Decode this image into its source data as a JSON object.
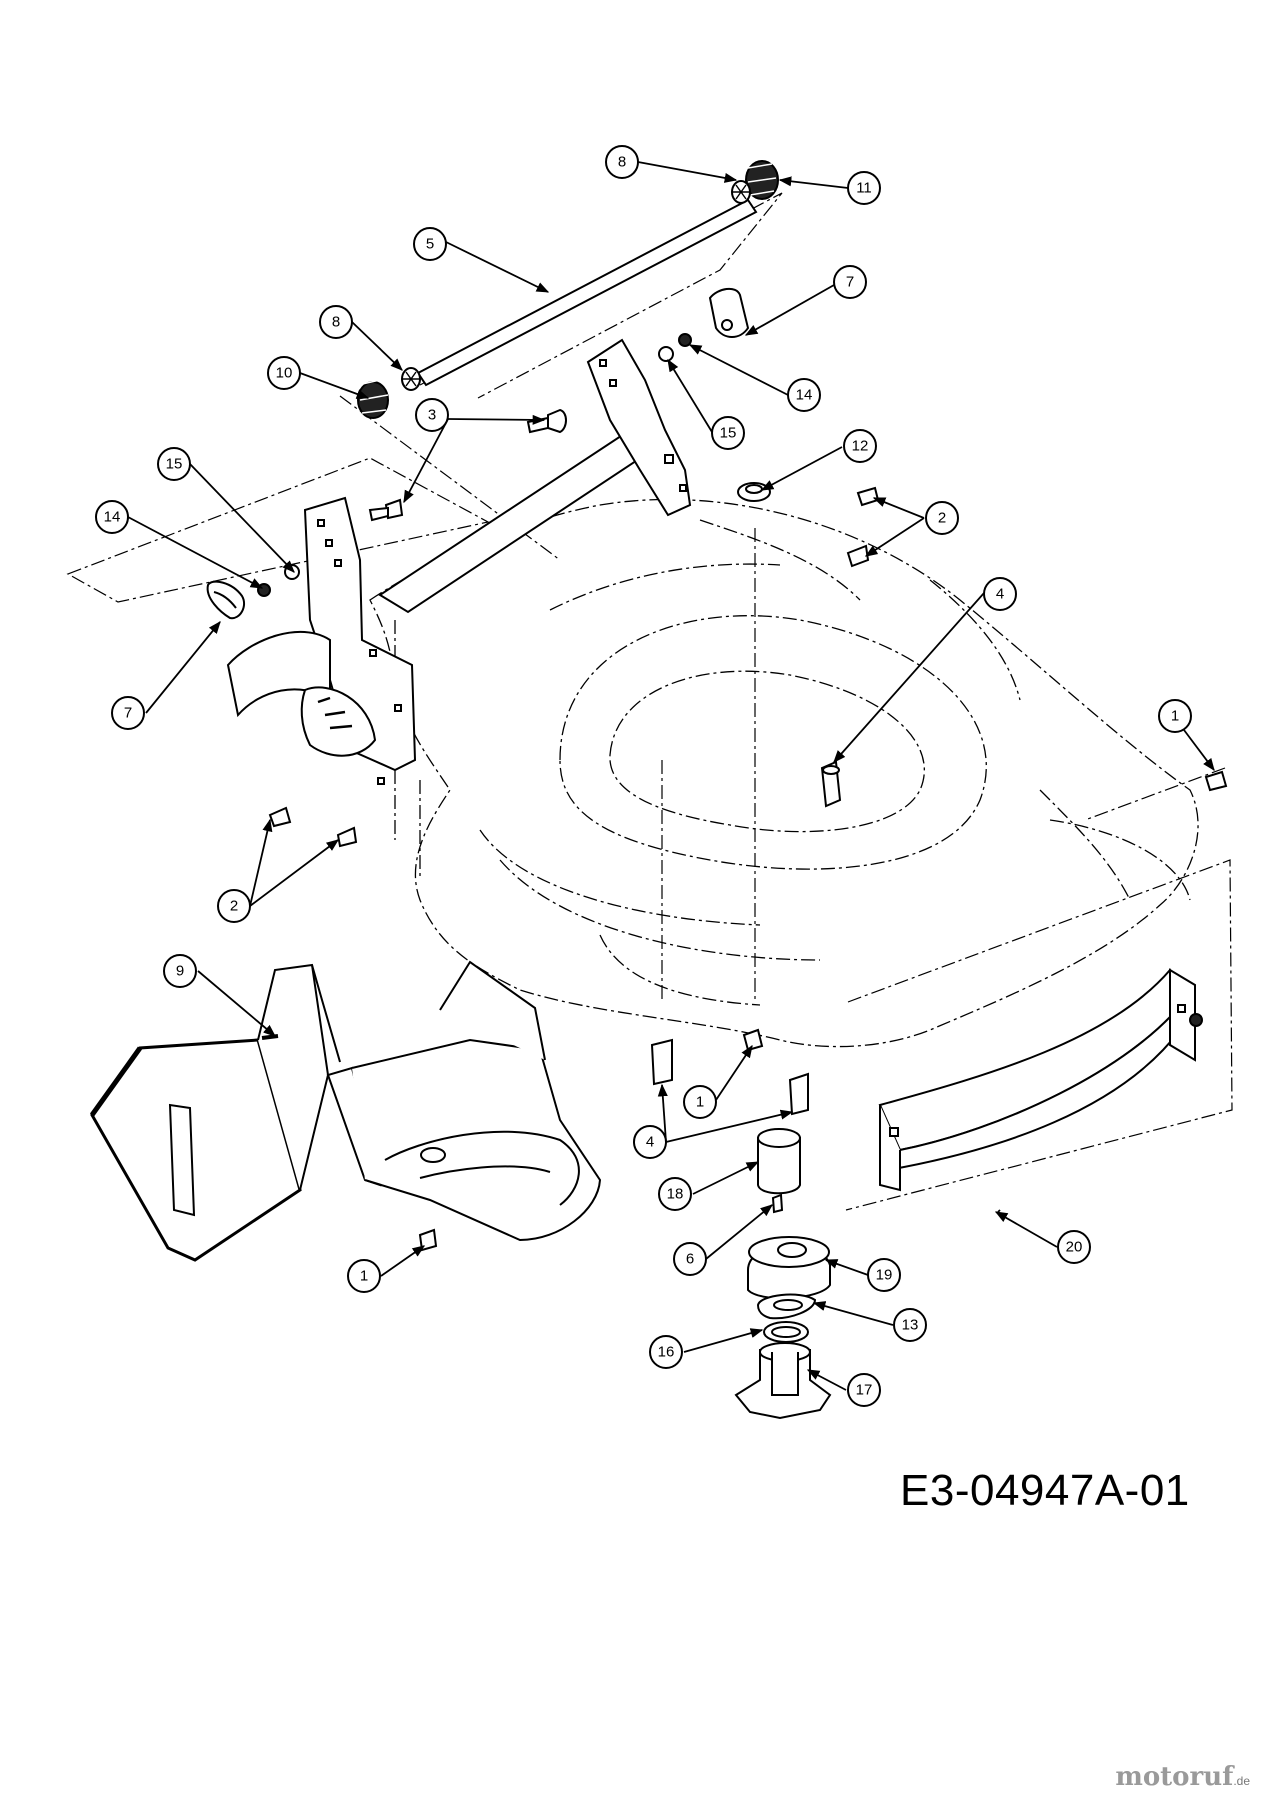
{
  "diagram": {
    "reference_code": "E3-04947A-01",
    "watermark": {
      "name": "motoruf",
      "suffix": ".de"
    },
    "callouts": [
      "1",
      "2",
      "3",
      "4",
      "5",
      "6",
      "7",
      "8",
      "9",
      "10",
      "11",
      "12",
      "13",
      "14",
      "15",
      "16",
      "17",
      "18",
      "19",
      "20"
    ]
  }
}
